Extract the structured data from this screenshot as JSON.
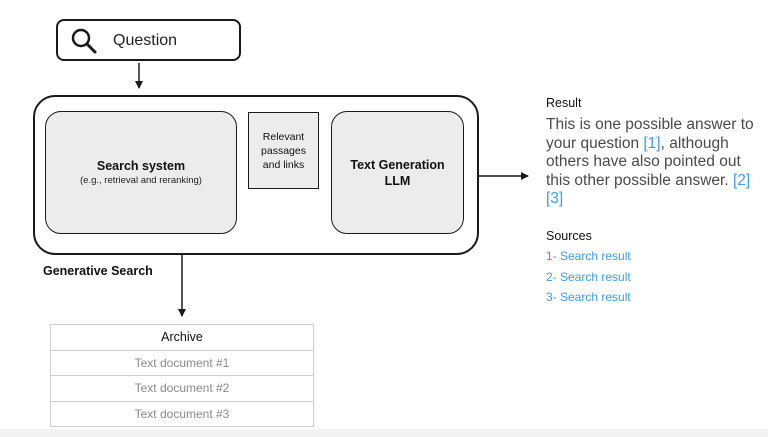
{
  "question": {
    "label": "Question",
    "icon": "search-icon"
  },
  "search_system": {
    "title": "Search system",
    "subtitle": "(e.g., retrieval and reranking)"
  },
  "passages": {
    "label": "Relevant\npassages\nand links"
  },
  "llm": {
    "title": "Text Generation\nLLM"
  },
  "generative_search": {
    "label": "Generative Search"
  },
  "archive": {
    "header": "Archive",
    "rows": [
      "Text document #1",
      "Text document #2",
      "Text document #3"
    ]
  },
  "result": {
    "heading": "Result",
    "text_part1": "This is one possible answer to your question ",
    "cite1": "[1]",
    "text_part2": ", although others have also pointed out this other possible answer. ",
    "cite2": "[2][3]"
  },
  "sources": {
    "heading": "Sources",
    "items": [
      "1- Search result",
      "2- Search result",
      "3- Search result"
    ]
  },
  "colors": {
    "link": "#3d9cf0",
    "box_fill": "#ececec",
    "stroke": "#1a1a1a"
  }
}
